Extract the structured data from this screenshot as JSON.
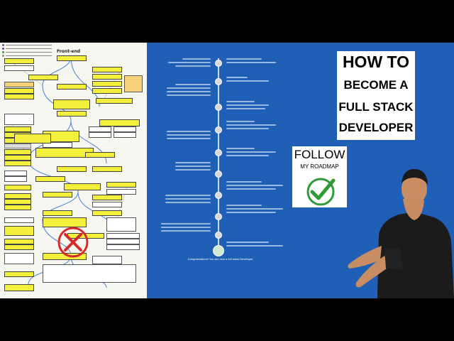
{
  "roadmap": {
    "title": "Front-end"
  },
  "headline": {
    "line1": "HOW TO",
    "line2": "BECOME A",
    "line3": "FULL STACK",
    "line4": "DEVELOPER"
  },
  "follow": {
    "word": "FOLLOW",
    "sub": "MY ROADMAP"
  },
  "timeline": {
    "final": "Congratulations! You are now a full stack Developer."
  },
  "colors": {
    "right_background": "#1f5fb5",
    "roadmap_box_yellow": "#f4ef3a",
    "check_green": "#2e9b34",
    "x_red": "#d42a2a"
  },
  "icons": [
    "check-icon",
    "x-mark-icon"
  ]
}
